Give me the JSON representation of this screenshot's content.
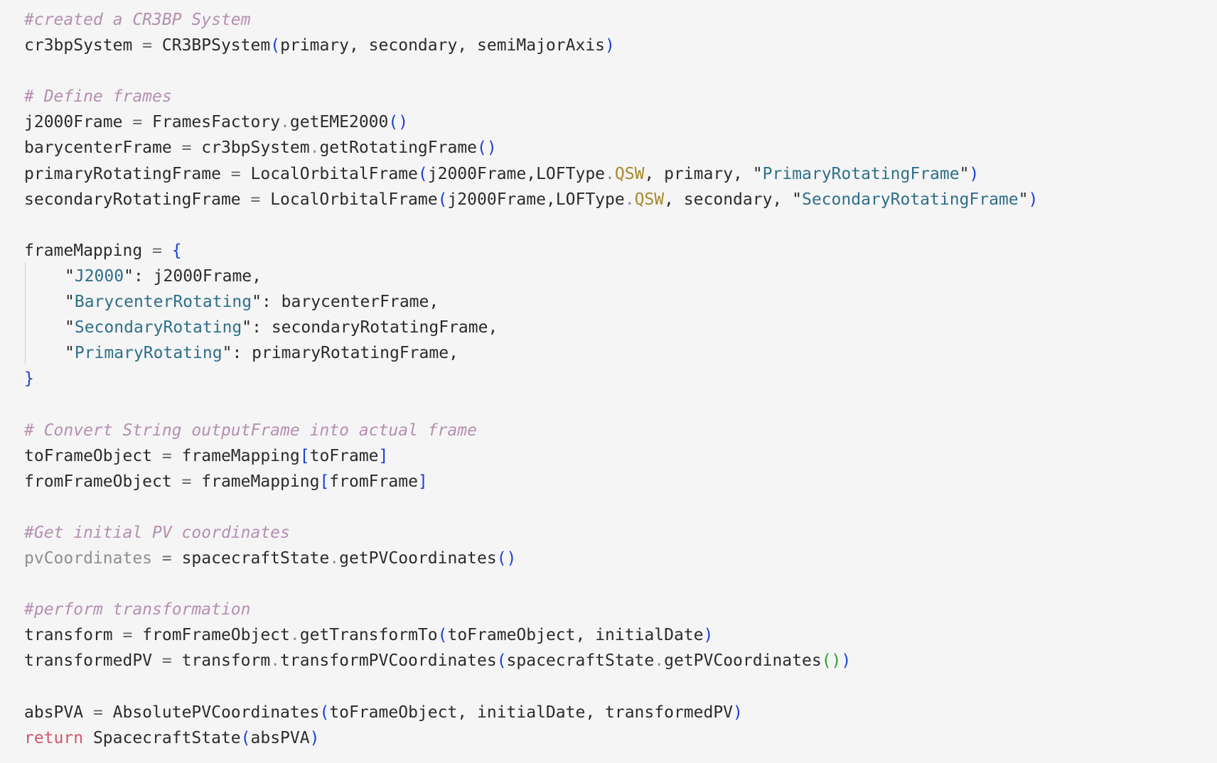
{
  "code": {
    "comment_create": "#created a CR3BP System",
    "comment_frames": "# Define frames",
    "comment_convert": "# Convert String outputFrame into actual frame",
    "comment_pv": "#Get initial PV coordinates",
    "comment_transform": "#perform transformation",
    "l2": {
      "lhs": "cr3bpSystem",
      "eq": " = ",
      "cls": "CR3BPSystem",
      "args": "primary, secondary, semiMajorAxis"
    },
    "l5": {
      "lhs": "j2000Frame",
      "eq": " = ",
      "obj": "FramesFactory",
      "method": "getEME2000"
    },
    "l6": {
      "lhs": "barycenterFrame",
      "eq": " = ",
      "obj": "cr3bpSystem",
      "method": "getRotatingFrame"
    },
    "l7": {
      "lhs": "primaryRotatingFrame",
      "eq": " = ",
      "cls": "LocalOrbitalFrame",
      "arg1": "j2000Frame,LOFType",
      "attr": "QSW",
      "arg2": ", primary, ",
      "str": "PrimaryRotatingFrame"
    },
    "l8": {
      "lhs": "secondaryRotatingFrame",
      "eq": " = ",
      "cls": "LocalOrbitalFrame",
      "arg1": "j2000Frame,LOFType",
      "attr": "QSW",
      "arg2": ", secondary, ",
      "str": "SecondaryRotatingFrame"
    },
    "l10": {
      "lhs": "frameMapping",
      "eq": " = "
    },
    "mapping": [
      {
        "key": "J2000",
        "value": ": j2000Frame,"
      },
      {
        "key": "BarycenterRotating",
        "value": ": barycenterFrame,"
      },
      {
        "key": "SecondaryRotating",
        "value": ": secondaryRotatingFrame,"
      },
      {
        "key": "PrimaryRotating",
        "value": ": primaryRotatingFrame,"
      }
    ],
    "l18": {
      "lhs": "toFrameObject",
      "eq": " = ",
      "obj": "frameMapping",
      "idx": "toFrame"
    },
    "l19": {
      "lhs": "fromFrameObject",
      "eq": " = ",
      "obj": "frameMapping",
      "idx": "fromFrame"
    },
    "l22": {
      "lhs": "pvCoordinates",
      "eq": " = ",
      "obj": "spacecraftState",
      "method": "getPVCoordinates"
    },
    "l25": {
      "lhs": "transform",
      "eq": " = ",
      "obj": "fromFrameObject",
      "method": "getTransformTo",
      "args": "toFrameObject, initialDate"
    },
    "l26": {
      "lhs": "transformedPV",
      "eq": " = ",
      "obj": "transform",
      "method": "transformPVCoordinates",
      "inner_obj": "spacecraftState",
      "inner_method": "getPVCoordinates"
    },
    "l28": {
      "lhs": "absPVA",
      "eq": " = ",
      "cls": "AbsolutePVCoordinates",
      "args": "toFrameObject, initialDate, transformedPV"
    },
    "l29": {
      "keyword": "return",
      "cls": " SpacecraftState",
      "args": "absPVA"
    }
  }
}
